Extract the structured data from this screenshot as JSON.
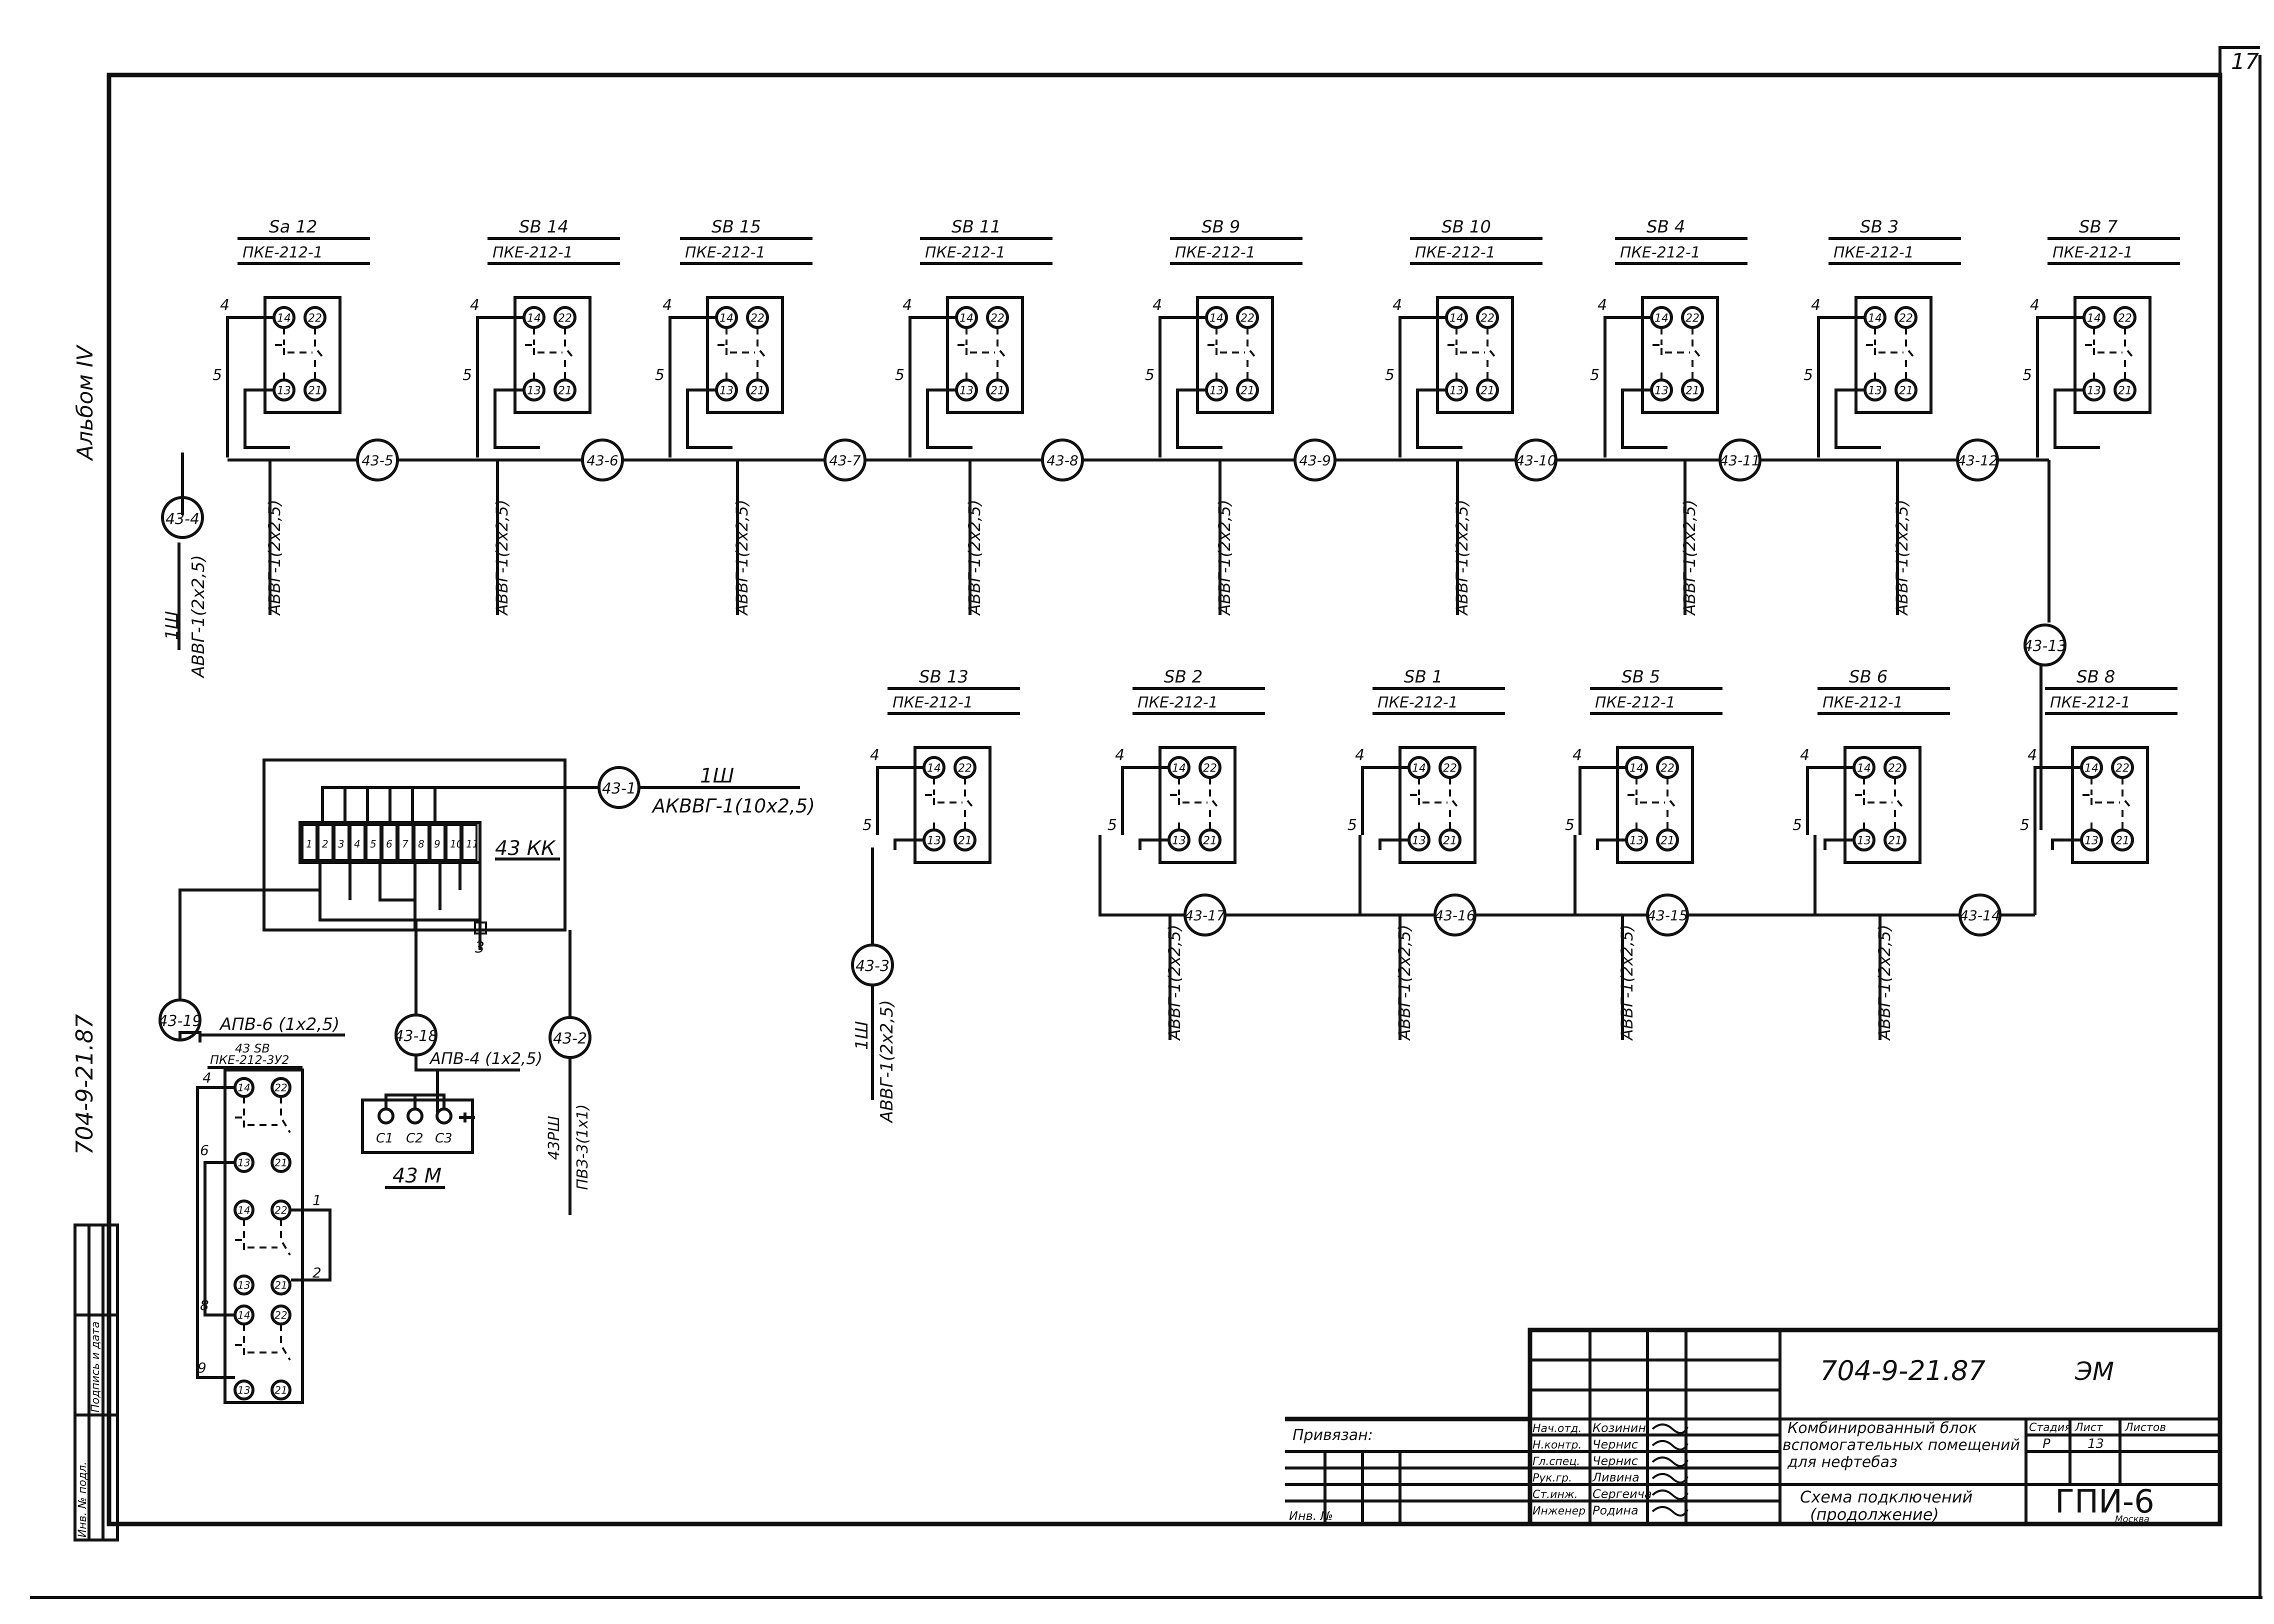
{
  "sheet": {
    "corner_number": "17",
    "left_vertical_top": "Альбом IV",
    "left_vertical_mid": "704-9-21.87"
  },
  "strip": {
    "col1": "Инв. № подл.",
    "col2": "Подпись и дата",
    "col3": ""
  },
  "switches_top": [
    {
      "name": "Sa 12",
      "type": "ПКЕ-212-1"
    },
    {
      "name": "SB 14",
      "type": "ПКЕ-212-1"
    },
    {
      "name": "SB 15",
      "type": "ПКЕ-212-1"
    },
    {
      "name": "SB 11",
      "type": "ПКЕ-212-1"
    },
    {
      "name": "SB 9",
      "type": "ПКЕ-212-1"
    },
    {
      "name": "SB 10",
      "type": "ПКЕ-212-1"
    },
    {
      "name": "SB 4",
      "type": "ПКЕ-212-1"
    },
    {
      "name": "SB 3",
      "type": "ПКЕ-212-1"
    },
    {
      "name": "SB 7",
      "type": "ПКЕ-212-1"
    }
  ],
  "switches_bottom": [
    {
      "name": "SB 13",
      "type": "ПКЕ-212-1"
    },
    {
      "name": "SB 2",
      "type": "ПКЕ-212-1"
    },
    {
      "name": "SB 1",
      "type": "ПКЕ-212-1"
    },
    {
      "name": "SB 5",
      "type": "ПКЕ-212-1"
    },
    {
      "name": "SB 6",
      "type": "ПКЕ-212-1"
    },
    {
      "name": "SB 8",
      "type": "ПКЕ-212-1"
    }
  ],
  "contacts": {
    "c14": "14",
    "c22": "22",
    "c13": "13",
    "c21": "21",
    "w4": "4",
    "w5": "5"
  },
  "nodes_top": [
    "43-5",
    "43-6",
    "43-7",
    "43-8",
    "43-9",
    "43-10",
    "43-11",
    "43-12"
  ],
  "nodes_bottom": [
    "43-17",
    "43-16",
    "43-15",
    "43-14"
  ],
  "nodes_misc": {
    "n43_4": "43-4",
    "n43_13": "43-13",
    "n43_1": "43-1",
    "n43_3": "43-3",
    "n43_19": "43-19",
    "n43_18": "43-18",
    "n43_2": "43-2"
  },
  "cables_top": [
    "АВВГ-1(2x2,5)",
    "АВВГ-1(2x2,5)",
    "АВВГ-1(2x2,5)",
    "АВВГ-1(2x2,5)",
    "АВВГ-1(2x2,5)",
    "АВВГ-1(2x2,5)",
    "АВВГ-1(2x2,5)",
    "АВВГ-1(2x2,5)"
  ],
  "cables_bottom": [
    "АВВГ-1(2x2,5)",
    "АВВГ-1(2x2,5)",
    "АВВГ-1(2x2,5)",
    "АВВГ-1(2x2,5)"
  ],
  "cable_43_4": {
    "line1": "1Ш",
    "line2": "АВВГ-1(2x2,5)"
  },
  "cable_43_3": {
    "line1": "1Ш",
    "line2": "АВВГ-1(2x2,5)"
  },
  "cable_43_1": {
    "line1": "1Ш",
    "line2": "АКВВГ-1(10x2,5)"
  },
  "terminal": {
    "name": "43 КК",
    "cells": [
      "1",
      "2",
      "3",
      "4",
      "5",
      "6",
      "7",
      "8",
      "9",
      "10",
      "11"
    ],
    "bottom": "3"
  },
  "apv6": "АПВ-6 (1x2,5)",
  "apv4": "АПВ-4 (1x2,5)",
  "cable_43_2": {
    "line1": "43РШ",
    "line2": "ПВЗ-3(1x1)"
  },
  "motor": {
    "name": "43 М",
    "c1": "C1",
    "c2": "C2",
    "c3": "C3"
  },
  "ssb": {
    "name": "43 SB",
    "type": "ПКЕ-212-3У2",
    "w1": "1",
    "w2": "2",
    "w4": "4",
    "w6": "6",
    "w8": "8",
    "w9": "9"
  },
  "title_block": {
    "doc_code": "704-9-21.87",
    "mark": "ЭМ",
    "project": [
      "Комбинированный блок",
      "вспомогательных помещений",
      "для нефтебаз"
    ],
    "sheet_title": [
      "Схема подключений",
      "(продолжение)"
    ],
    "stage_h": "Стадия",
    "sheet_h": "Лист",
    "sheets_h": "Листов",
    "stage": "Р",
    "sheet": "13",
    "sheets": "",
    "org": "ГПИ-6",
    "city": "Москва",
    "bound": "Привязан:",
    "inv": "Инв. №",
    "staff": [
      {
        "role": "Нач.отд.",
        "name": "Козинин"
      },
      {
        "role": "Н.контр.",
        "name": "Чернис"
      },
      {
        "role": "Гл.спец.",
        "name": "Чернис"
      },
      {
        "role": "Рук.гр.",
        "name": "Ливина"
      },
      {
        "role": "Ст.инж.",
        "name": "Сергеича"
      },
      {
        "role": "Инженер",
        "name": "Родина"
      }
    ]
  }
}
